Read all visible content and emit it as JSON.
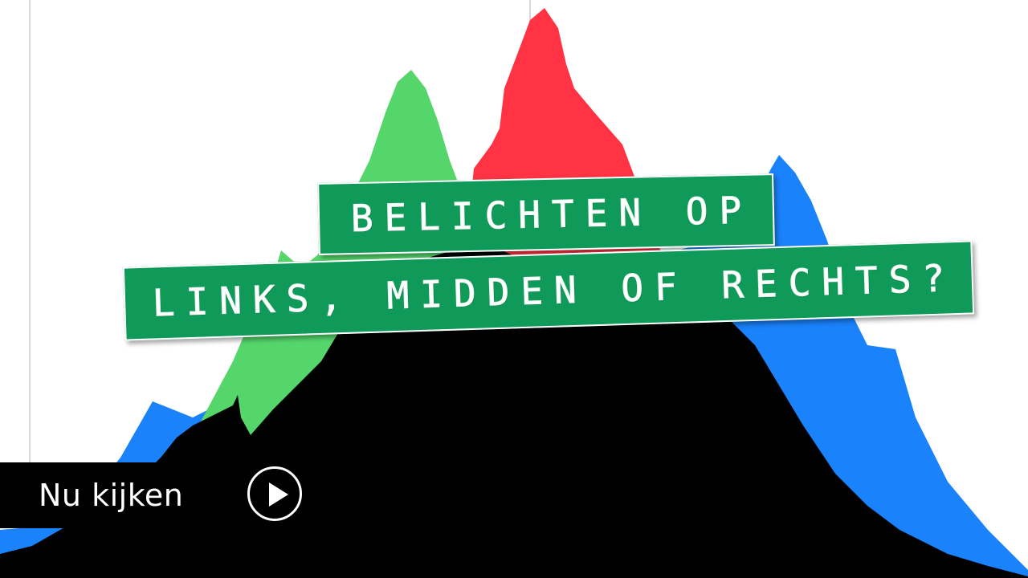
{
  "title_strips": {
    "line_1": "Belichten op",
    "line_2": "links, midden of rechts?"
  },
  "watch_button": {
    "label": "Nu kijken",
    "icon": "play-icon"
  },
  "colors": {
    "green_channel": "#55d66b",
    "red_channel": "#ff3344",
    "blue_channel": "#1a82fb",
    "luminance": "#000000",
    "strip_background": "#109a59",
    "strip_text": "#ffffff",
    "guide_line": "#d9d9d9"
  }
}
